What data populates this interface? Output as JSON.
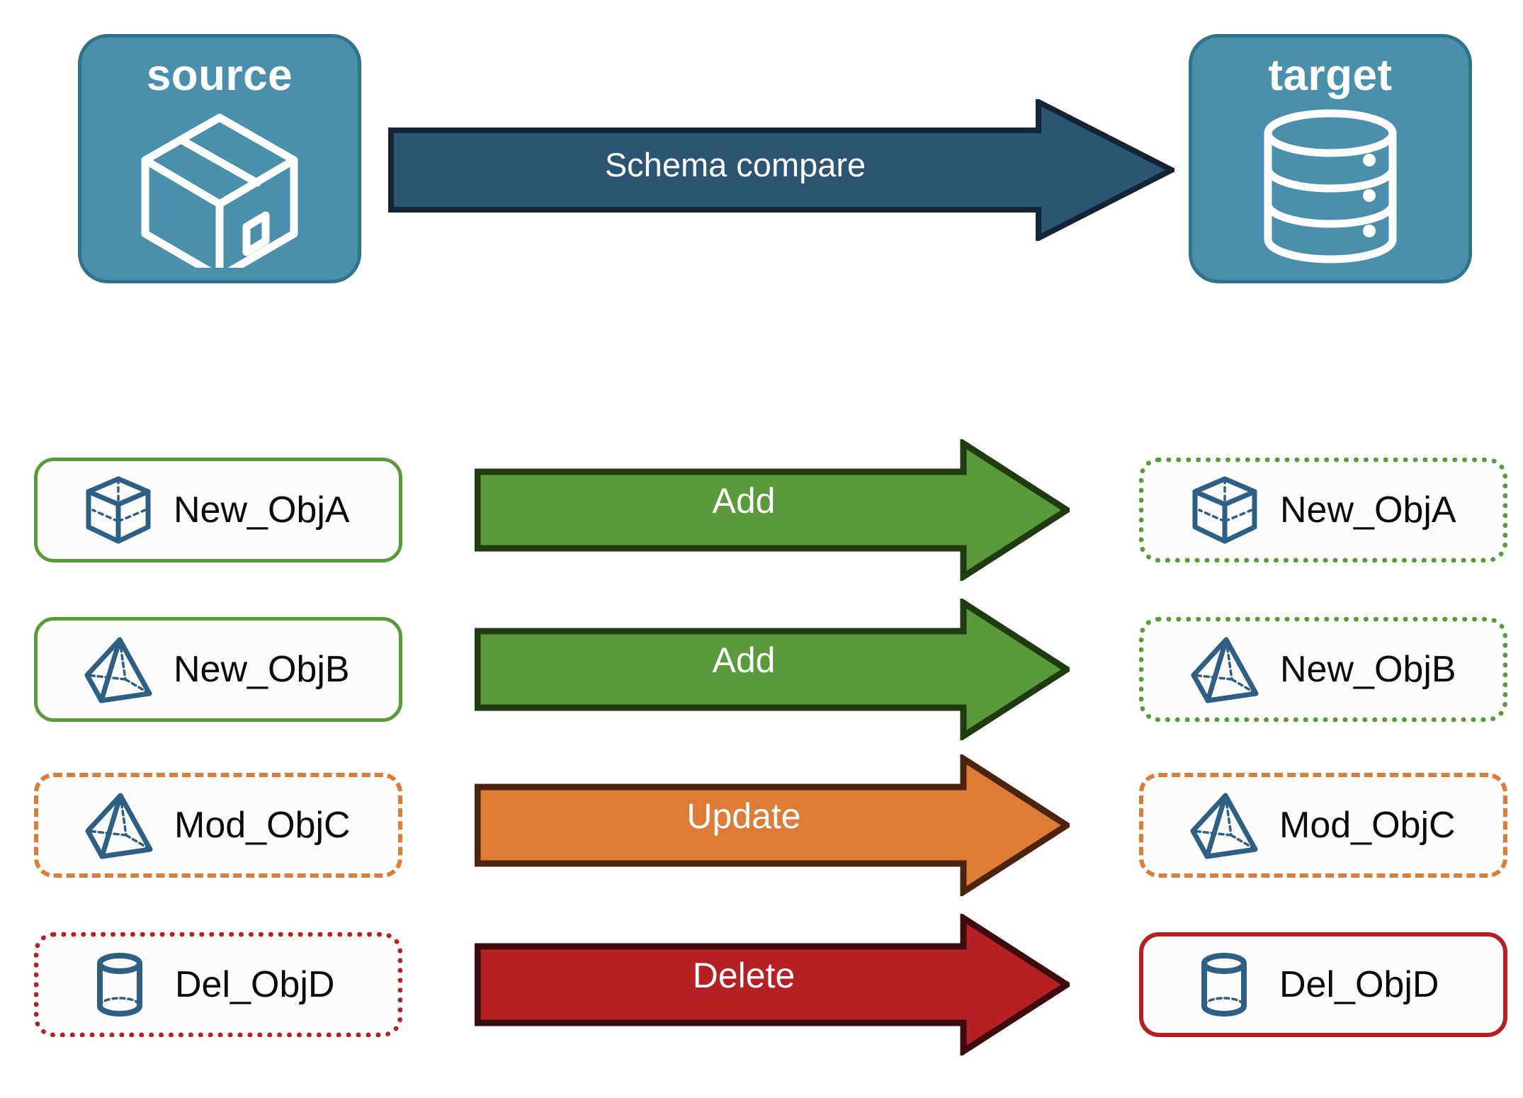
{
  "diagram": {
    "title_source": "source",
    "title_target": "target",
    "main_arrow_label": "Schema compare",
    "colors": {
      "endpoint_fill": "#4A90AC",
      "endpoint_border": "#31728C",
      "main_arrow_fill": "#2C5574",
      "main_arrow_stroke": "#152536",
      "add_fill": "#5B9A3B",
      "add_stroke": "#203B12",
      "update_fill": "#DE7C36",
      "update_stroke": "#4A2410",
      "delete_fill": "#B62025",
      "delete_stroke": "#3D0C0E",
      "object_icon": "#2E5F85",
      "text_dark": "#0b0b0b",
      "text_light": "#ffffff"
    },
    "source_icon": "package-cube-icon",
    "target_icon": "database-cylinder-icon"
  },
  "rows": [
    {
      "source_label": "New_ObjA",
      "source_icon": "wireframe-cube-icon",
      "source_border": "green-solid",
      "action_label": "Add",
      "action_kind": "add",
      "target_label": "New_ObjA",
      "target_icon": "wireframe-cube-icon",
      "target_border": "green-dotted"
    },
    {
      "source_label": "New_ObjB",
      "source_icon": "wireframe-pyramid-icon",
      "source_border": "green-solid",
      "action_label": "Add",
      "action_kind": "add",
      "target_label": "New_ObjB",
      "target_icon": "wireframe-pyramid-icon",
      "target_border": "green-dotted"
    },
    {
      "source_label": "Mod_ObjC",
      "source_icon": "wireframe-pyramid-icon",
      "source_border": "orange-dashed",
      "action_label": "Update",
      "action_kind": "update",
      "target_label": "Mod_ObjC",
      "target_icon": "wireframe-pyramid-icon",
      "target_border": "orange-dashed"
    },
    {
      "source_label": "Del_ObjD",
      "source_icon": "wireframe-cylinder-icon",
      "source_border": "red-dotted",
      "action_label": "Delete",
      "action_kind": "delete",
      "target_label": "Del_ObjD",
      "target_icon": "wireframe-cylinder-icon",
      "target_border": "red-solid"
    }
  ]
}
